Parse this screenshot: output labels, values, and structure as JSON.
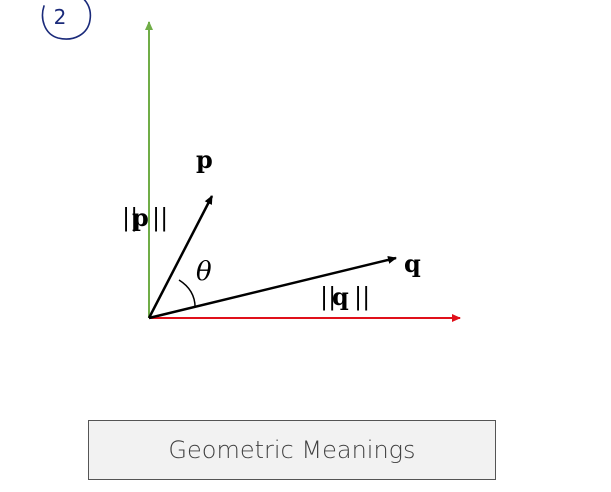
{
  "annotation": {
    "circled_number": "2"
  },
  "vectors": {
    "p_label": "p",
    "q_label": "q",
    "p_norm_label": "p",
    "q_norm_label": "q",
    "angle_label": "θ"
  },
  "caption": {
    "text": "Geometric Meanings"
  },
  "colors": {
    "y_axis": "#70ad47",
    "x_axis": "#e0101a",
    "vectors": "#000000",
    "caption_bg": "#f2f2f2",
    "caption_border": "#555555"
  }
}
